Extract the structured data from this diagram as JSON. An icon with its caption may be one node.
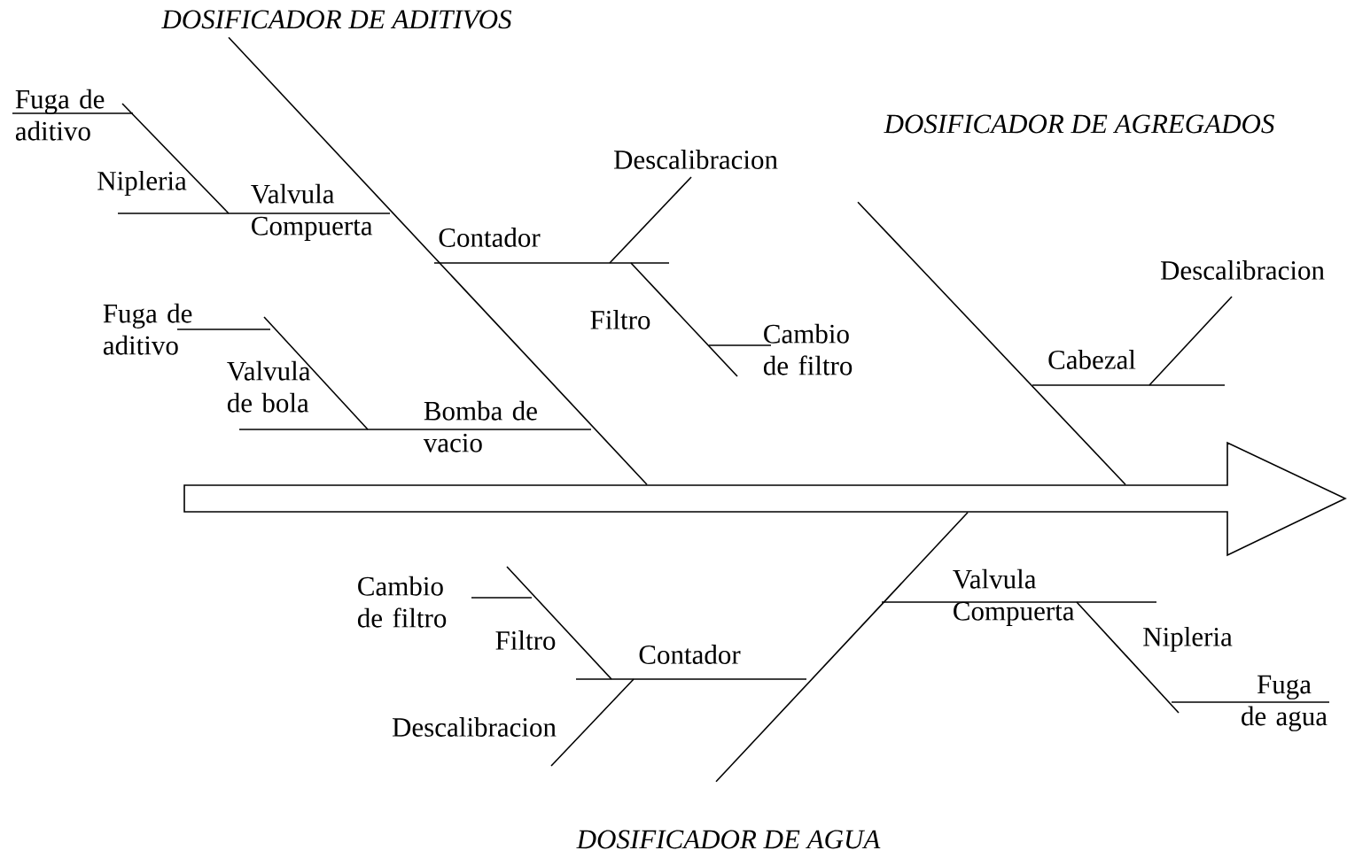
{
  "diagram": {
    "nodes": [
      {
        "text": [
          "DOSIFICADOR  DE ADITIVOS"
        ]
      },
      {
        "text": [
          "DOSIFICADOR  DE AGREGADOS"
        ]
      },
      {
        "text": [
          "DOSIFICADOR  DE  AGUA"
        ]
      },
      {
        "text": [],
        "shape": "arrow"
      }
    ],
    "edges": [
      {
        "from": 0,
        "to": 3,
        "arrow": "none"
      },
      {
        "from": 1,
        "to": 3,
        "arrow": "none"
      },
      {
        "from": 2,
        "to": 3,
        "arrow": "none"
      }
    ],
    "labels": [
      "Fuga de aditivo",
      "Nipleria",
      "Valvula Compuerta",
      "Descalibracion",
      "Contador",
      "Filtro",
      "Cambio de filtro",
      "Fuga de aditivo",
      "Valvula de bola",
      "Bomba de vacio",
      "Descalibracion",
      "Cabezal",
      "Cambio de filtro",
      "Filtro",
      "Contador",
      "Descalibracion",
      "Valvula Compuerta",
      "Nipleria",
      "Fuga de agua"
    ]
  }
}
